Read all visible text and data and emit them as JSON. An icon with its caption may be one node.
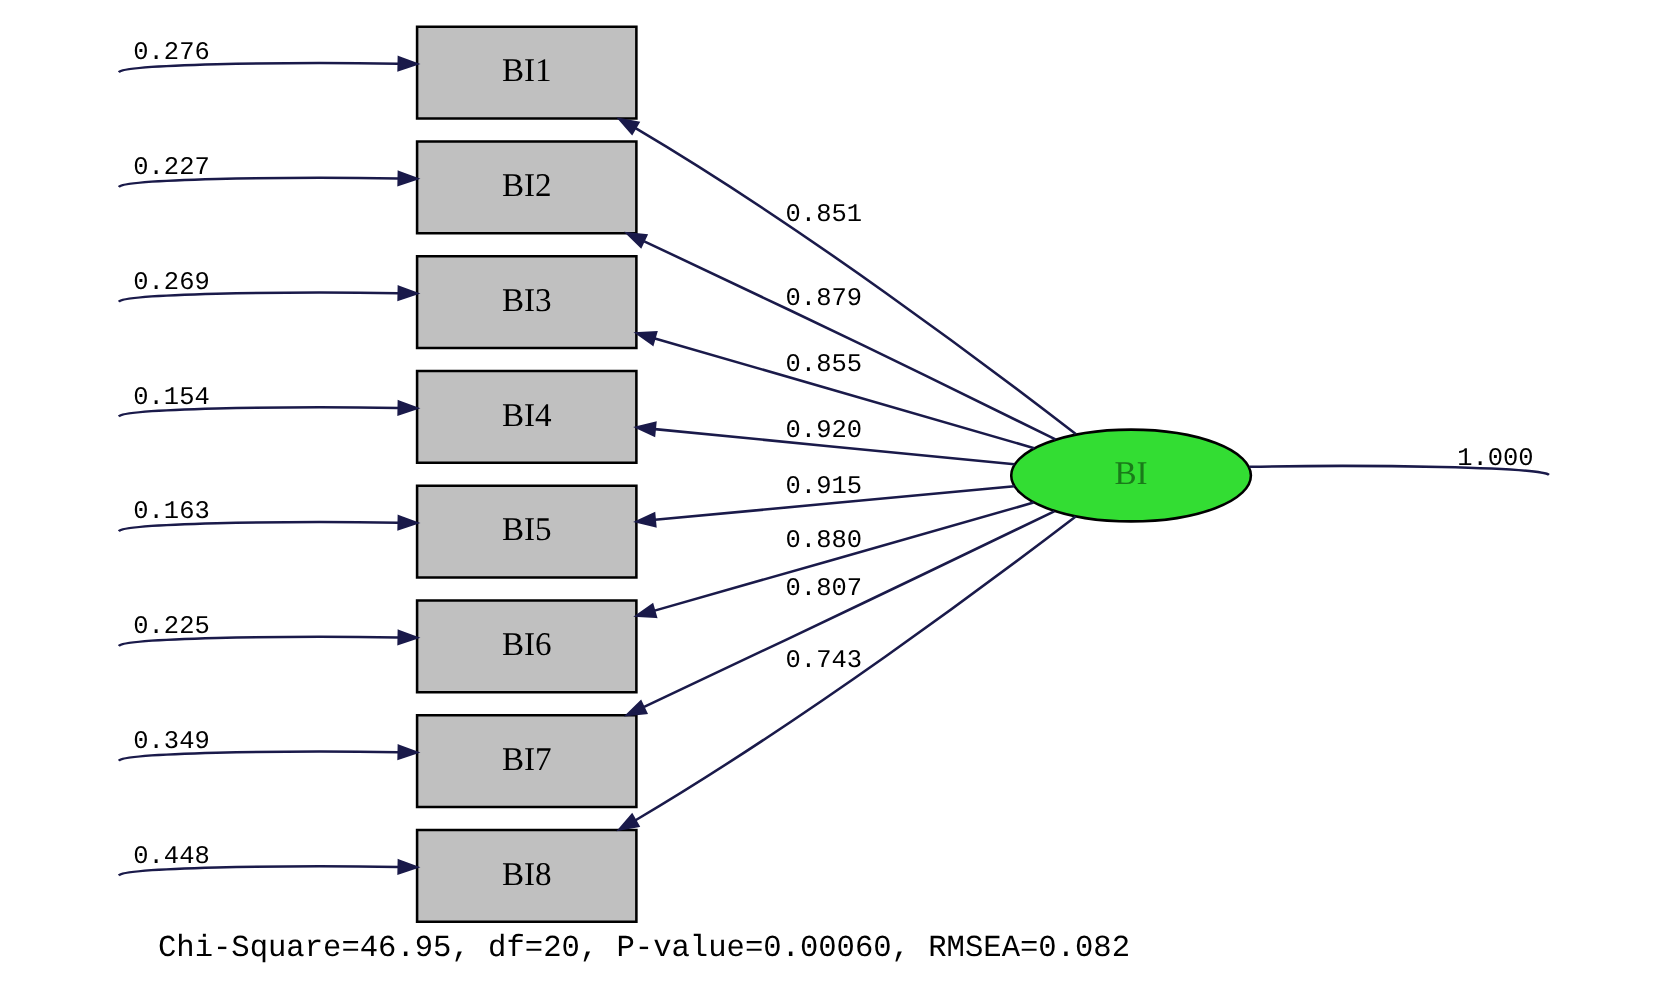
{
  "diagram": {
    "caption": "Chi-Square=46.95, df=20, P-value=0.00060, RMSEA=0.082",
    "nodes": [
      {
        "text": [
          "BI1"
        ]
      },
      {
        "text": [
          "BI2"
        ]
      },
      {
        "text": [
          "BI3"
        ]
      },
      {
        "text": [
          "BI4"
        ]
      },
      {
        "text": [
          "BI5"
        ]
      },
      {
        "text": [
          "BI6"
        ]
      },
      {
        "text": [
          "BI7"
        ]
      },
      {
        "text": [
          "BI8"
        ]
      },
      {
        "text": [
          "BI"
        ]
      }
    ],
    "edges": [
      {
        "from": null,
        "to": 0,
        "arrow": "to",
        "label": "0.276"
      },
      {
        "from": null,
        "to": 1,
        "arrow": "to",
        "label": "0.227"
      },
      {
        "from": null,
        "to": 2,
        "arrow": "to",
        "label": "0.269"
      },
      {
        "from": null,
        "to": 3,
        "arrow": "to",
        "label": "0.154"
      },
      {
        "from": null,
        "to": 4,
        "arrow": "to",
        "label": "0.163"
      },
      {
        "from": null,
        "to": 5,
        "arrow": "to",
        "label": "0.225"
      },
      {
        "from": null,
        "to": 6,
        "arrow": "to",
        "label": "0.349"
      },
      {
        "from": null,
        "to": 7,
        "arrow": "to",
        "label": "0.448"
      },
      {
        "from": 8,
        "to": 0,
        "arrow": "to",
        "label": "0.851"
      },
      {
        "from": 8,
        "to": 1,
        "arrow": "to",
        "label": "0.879"
      },
      {
        "from": 8,
        "to": 2,
        "arrow": "to",
        "label": "0.855"
      },
      {
        "from": 8,
        "to": 3,
        "arrow": "to",
        "label": "0.920"
      },
      {
        "from": 8,
        "to": 4,
        "arrow": "to",
        "label": "0.915"
      },
      {
        "from": 8,
        "to": 5,
        "arrow": "to",
        "label": "0.880"
      },
      {
        "from": 8,
        "to": 6,
        "arrow": "to",
        "label": "0.807"
      },
      {
        "from": 8,
        "to": 7,
        "arrow": "to",
        "label": "0.743"
      },
      {
        "from": 8,
        "to": null,
        "arrow": "none",
        "label": "1.000"
      }
    ]
  }
}
